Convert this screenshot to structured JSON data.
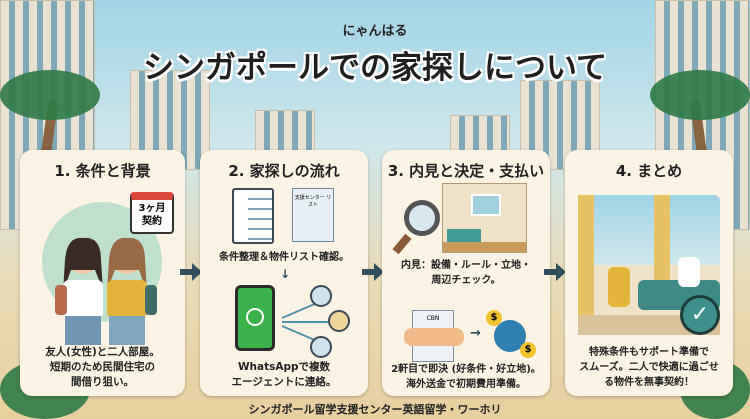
{
  "brand": "にゃんはる",
  "title": "シンガポールでの家探しについて",
  "cards": [
    {
      "heading": "1. 条件と背景",
      "badge": "3ヶ月\n契約",
      "badge_line1": "3ヶ月",
      "badge_line2": "契約",
      "text": [
        "友人(女性)と二人部屋。",
        "短期のため民間住宅の",
        "間借り狙い。"
      ]
    },
    {
      "heading": "2. 家探しの流れ",
      "doc_label": "支援センター リスト",
      "caption1": "条件整理＆物件リスト確認。",
      "text": [
        "WhatsAppで複数",
        "エージェントに連絡。"
      ]
    },
    {
      "heading": "3. 内見と決定・支払い",
      "doc_label": "CBN",
      "caption1": [
        "内見：設備・ルール・立地・",
        "周辺チェック。"
      ],
      "text": [
        "2軒目で即決 (好条件・好立地)。",
        "海外送金で初期費用準備。"
      ]
    },
    {
      "heading": "4. まとめ",
      "text": [
        "特殊条件もサポート準備で",
        "スムーズ。二人で快適に過ごせ",
        "る物件を無事契約！"
      ]
    }
  ],
  "footer": "シンガポール留学支援センター英語留学・ワーホリ",
  "colors": {
    "card": "#fbf4e4",
    "arrow": "#2f4e5e",
    "whatsapp": "#3cb24a",
    "check": "#3f8f8c"
  }
}
